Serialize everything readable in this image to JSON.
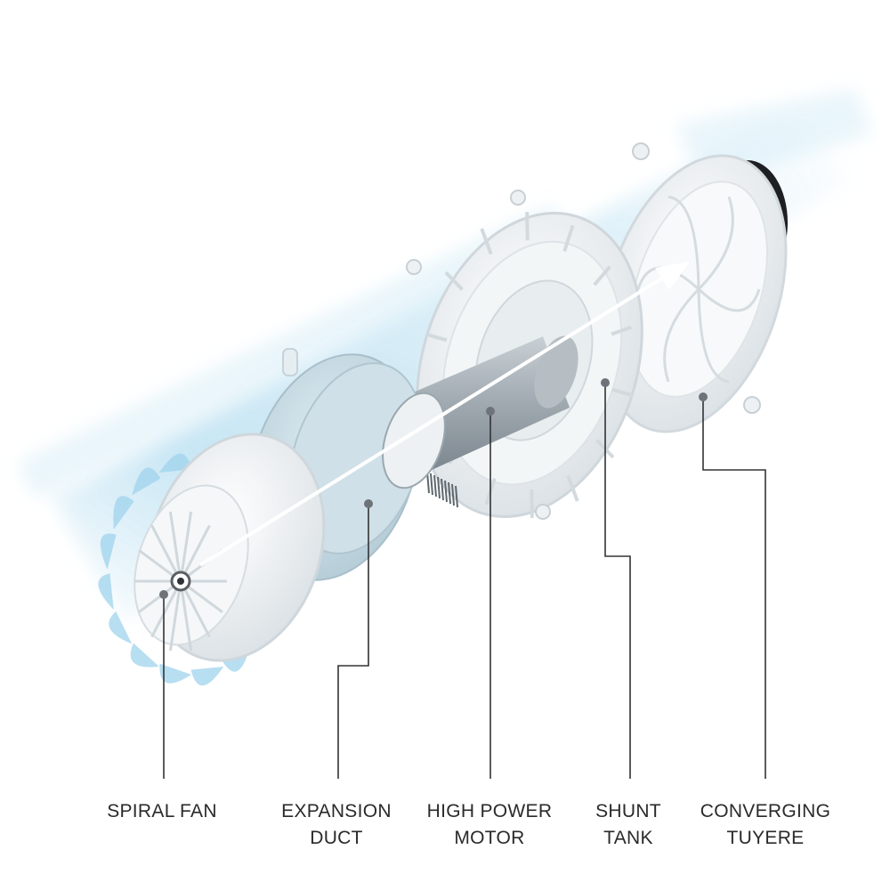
{
  "colors": {
    "background": "#ffffff",
    "airflow": "#a9d8ee",
    "part_light": "#eef1f3",
    "part_shadow": "#c9d2d8",
    "duct_blue": "#c7dde6",
    "motor_metal": "#9ea7ae",
    "leader_line": "#333333",
    "label_text": "#2a2a2a",
    "arrow": "#ffffff"
  },
  "labels": [
    {
      "id": "spiral-fan",
      "lines": [
        "SPIRAL FAN"
      ]
    },
    {
      "id": "expansion-duct",
      "lines": [
        "EXPANSION",
        "DUCT"
      ]
    },
    {
      "id": "high-power-motor",
      "lines": [
        "HIGH POWER",
        "MOTOR"
      ]
    },
    {
      "id": "shunt-tank",
      "lines": [
        "SHUNT",
        "TANK"
      ]
    },
    {
      "id": "converging-tuyere",
      "lines": [
        "CONVERGING",
        "TUYERE"
      ]
    }
  ]
}
